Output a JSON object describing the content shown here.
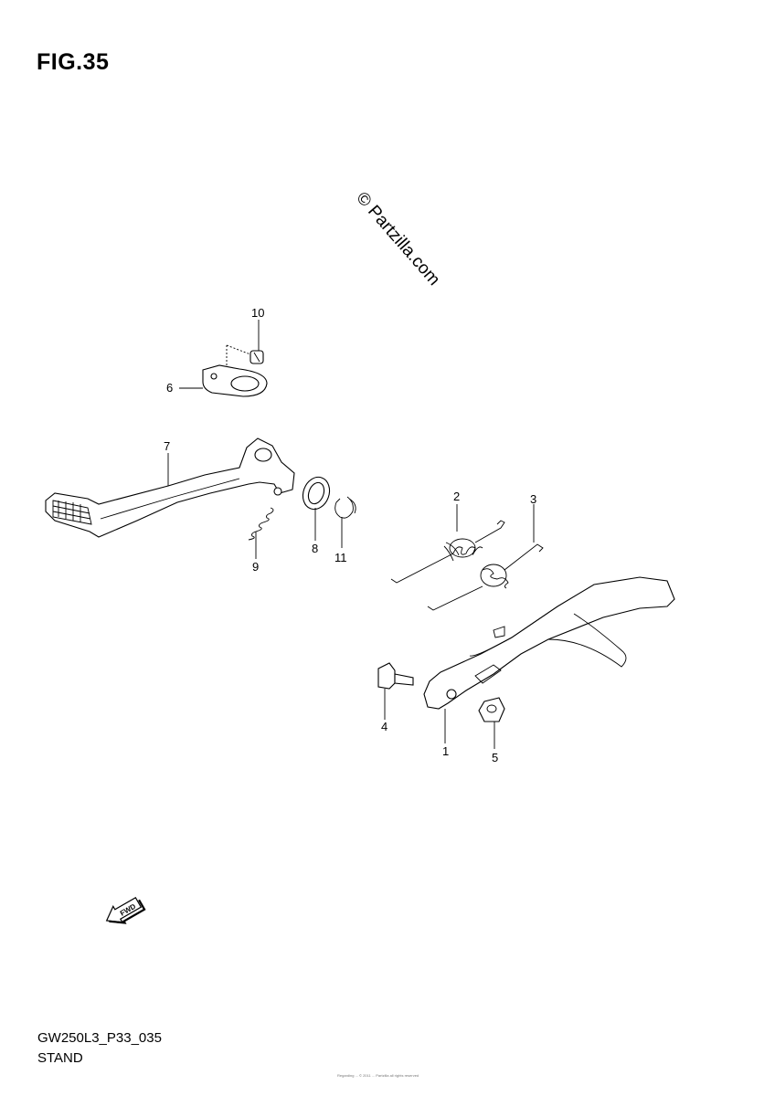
{
  "figure": {
    "title": "FIG.35",
    "copyright": "© Partzilla.com",
    "model_code": "GW250L3_P33_035",
    "section_name": "STAND",
    "fine_print": "Regarding ... © 2011 ... Partzilla all rights reserved",
    "fwd_label": "FWD"
  },
  "callouts": [
    {
      "id": "callout-1",
      "label": "1"
    },
    {
      "id": "callout-2",
      "label": "2"
    },
    {
      "id": "callout-3",
      "label": "3"
    },
    {
      "id": "callout-4",
      "label": "4"
    },
    {
      "id": "callout-5",
      "label": "5"
    },
    {
      "id": "callout-6",
      "label": "6"
    },
    {
      "id": "callout-7",
      "label": "7"
    },
    {
      "id": "callout-8",
      "label": "8"
    },
    {
      "id": "callout-9",
      "label": "9"
    },
    {
      "id": "callout-10",
      "label": "10"
    },
    {
      "id": "callout-11",
      "label": "11"
    }
  ],
  "icons": {
    "fwd_arrow": "fwd-arrow-icon"
  }
}
